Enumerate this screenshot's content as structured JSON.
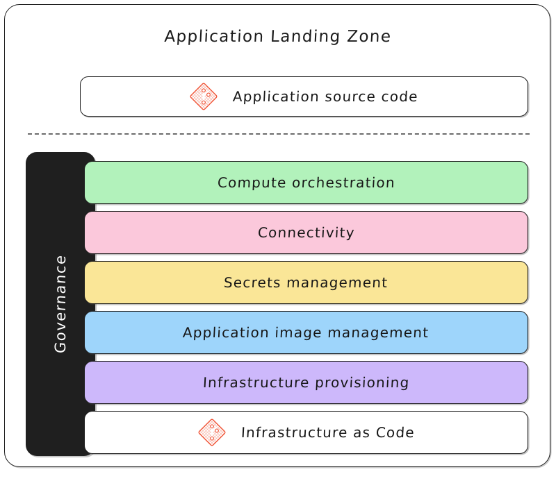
{
  "diagram": {
    "title": "Application Landing Zone",
    "type": "layered-block-diagram",
    "frame": {
      "style": "hand-drawn-rounded",
      "border_color": "#1e1e1e",
      "background": "#ffffff"
    },
    "divider": {
      "style": "dashed",
      "color": "#6b6b6b"
    }
  },
  "application_layer": {
    "label": "Application source code",
    "icon": "git-icon",
    "icon_color": "#f05133",
    "background": "#ffffff"
  },
  "governance": {
    "label": "Governance",
    "background": "#1f1f1f",
    "text_color": "#ffffff",
    "orientation": "vertical-bottom-to-top"
  },
  "platform_layers": [
    {
      "label": "Compute orchestration",
      "color": "#b2f2bb",
      "icon": null
    },
    {
      "label": "Connectivity",
      "color": "#fbc8db",
      "icon": null
    },
    {
      "label": "Secrets management",
      "color": "#fae697",
      "icon": null
    },
    {
      "label": "Application image management",
      "color": "#9ed5fb",
      "icon": null
    },
    {
      "label": "Infrastructure provisioning",
      "color": "#cdb8fb",
      "icon": null
    },
    {
      "label": "Infrastructure as Code",
      "color": "#ffffff",
      "icon": "git-icon"
    }
  ]
}
